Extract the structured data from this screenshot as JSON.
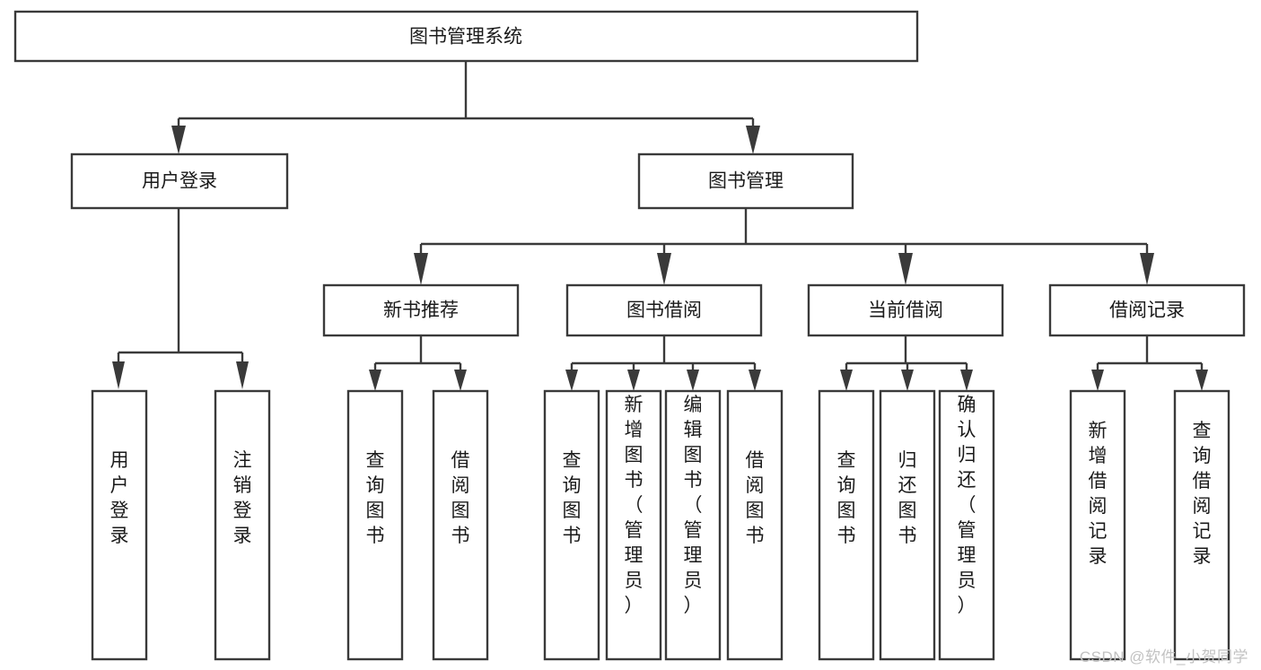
{
  "diagram": {
    "title": "图书管理系统",
    "type": "tree",
    "watermark": "CSDN @软件_小贺同学",
    "colors": {
      "stroke": "#3a3a3a",
      "fill": "#ffffff",
      "text": "#1a1a1a",
      "watermark": "#c2c2c2",
      "background": "#ffffff"
    },
    "levels": {
      "root": {
        "label": "图书管理系统"
      },
      "level2": [
        {
          "label": "用户登录"
        },
        {
          "label": "图书管理"
        }
      ],
      "level3": [
        {
          "label": "新书推荐"
        },
        {
          "label": "图书借阅"
        },
        {
          "label": "当前借阅"
        },
        {
          "label": "借阅记录"
        }
      ],
      "leaves": [
        {
          "label": "用户登录",
          "parent": "用户登录"
        },
        {
          "label": "注销登录",
          "parent": "用户登录"
        },
        {
          "label": "查询图书",
          "parent": "新书推荐"
        },
        {
          "label": "借阅图书",
          "parent": "新书推荐"
        },
        {
          "label": "查询图书",
          "parent": "图书借阅"
        },
        {
          "label": "新增图书（管理员）",
          "parent": "图书借阅"
        },
        {
          "label": "编辑图书（管理员）",
          "parent": "图书借阅"
        },
        {
          "label": "借阅图书",
          "parent": "图书借阅"
        },
        {
          "label": "查询图书",
          "parent": "当前借阅"
        },
        {
          "label": "归还图书",
          "parent": "当前借阅"
        },
        {
          "label": "确认归还（管理员）",
          "parent": "当前借阅"
        },
        {
          "label": "新增借阅记录",
          "parent": "借阅记录"
        },
        {
          "label": "查询借阅记录",
          "parent": "借阅记录"
        }
      ]
    }
  }
}
